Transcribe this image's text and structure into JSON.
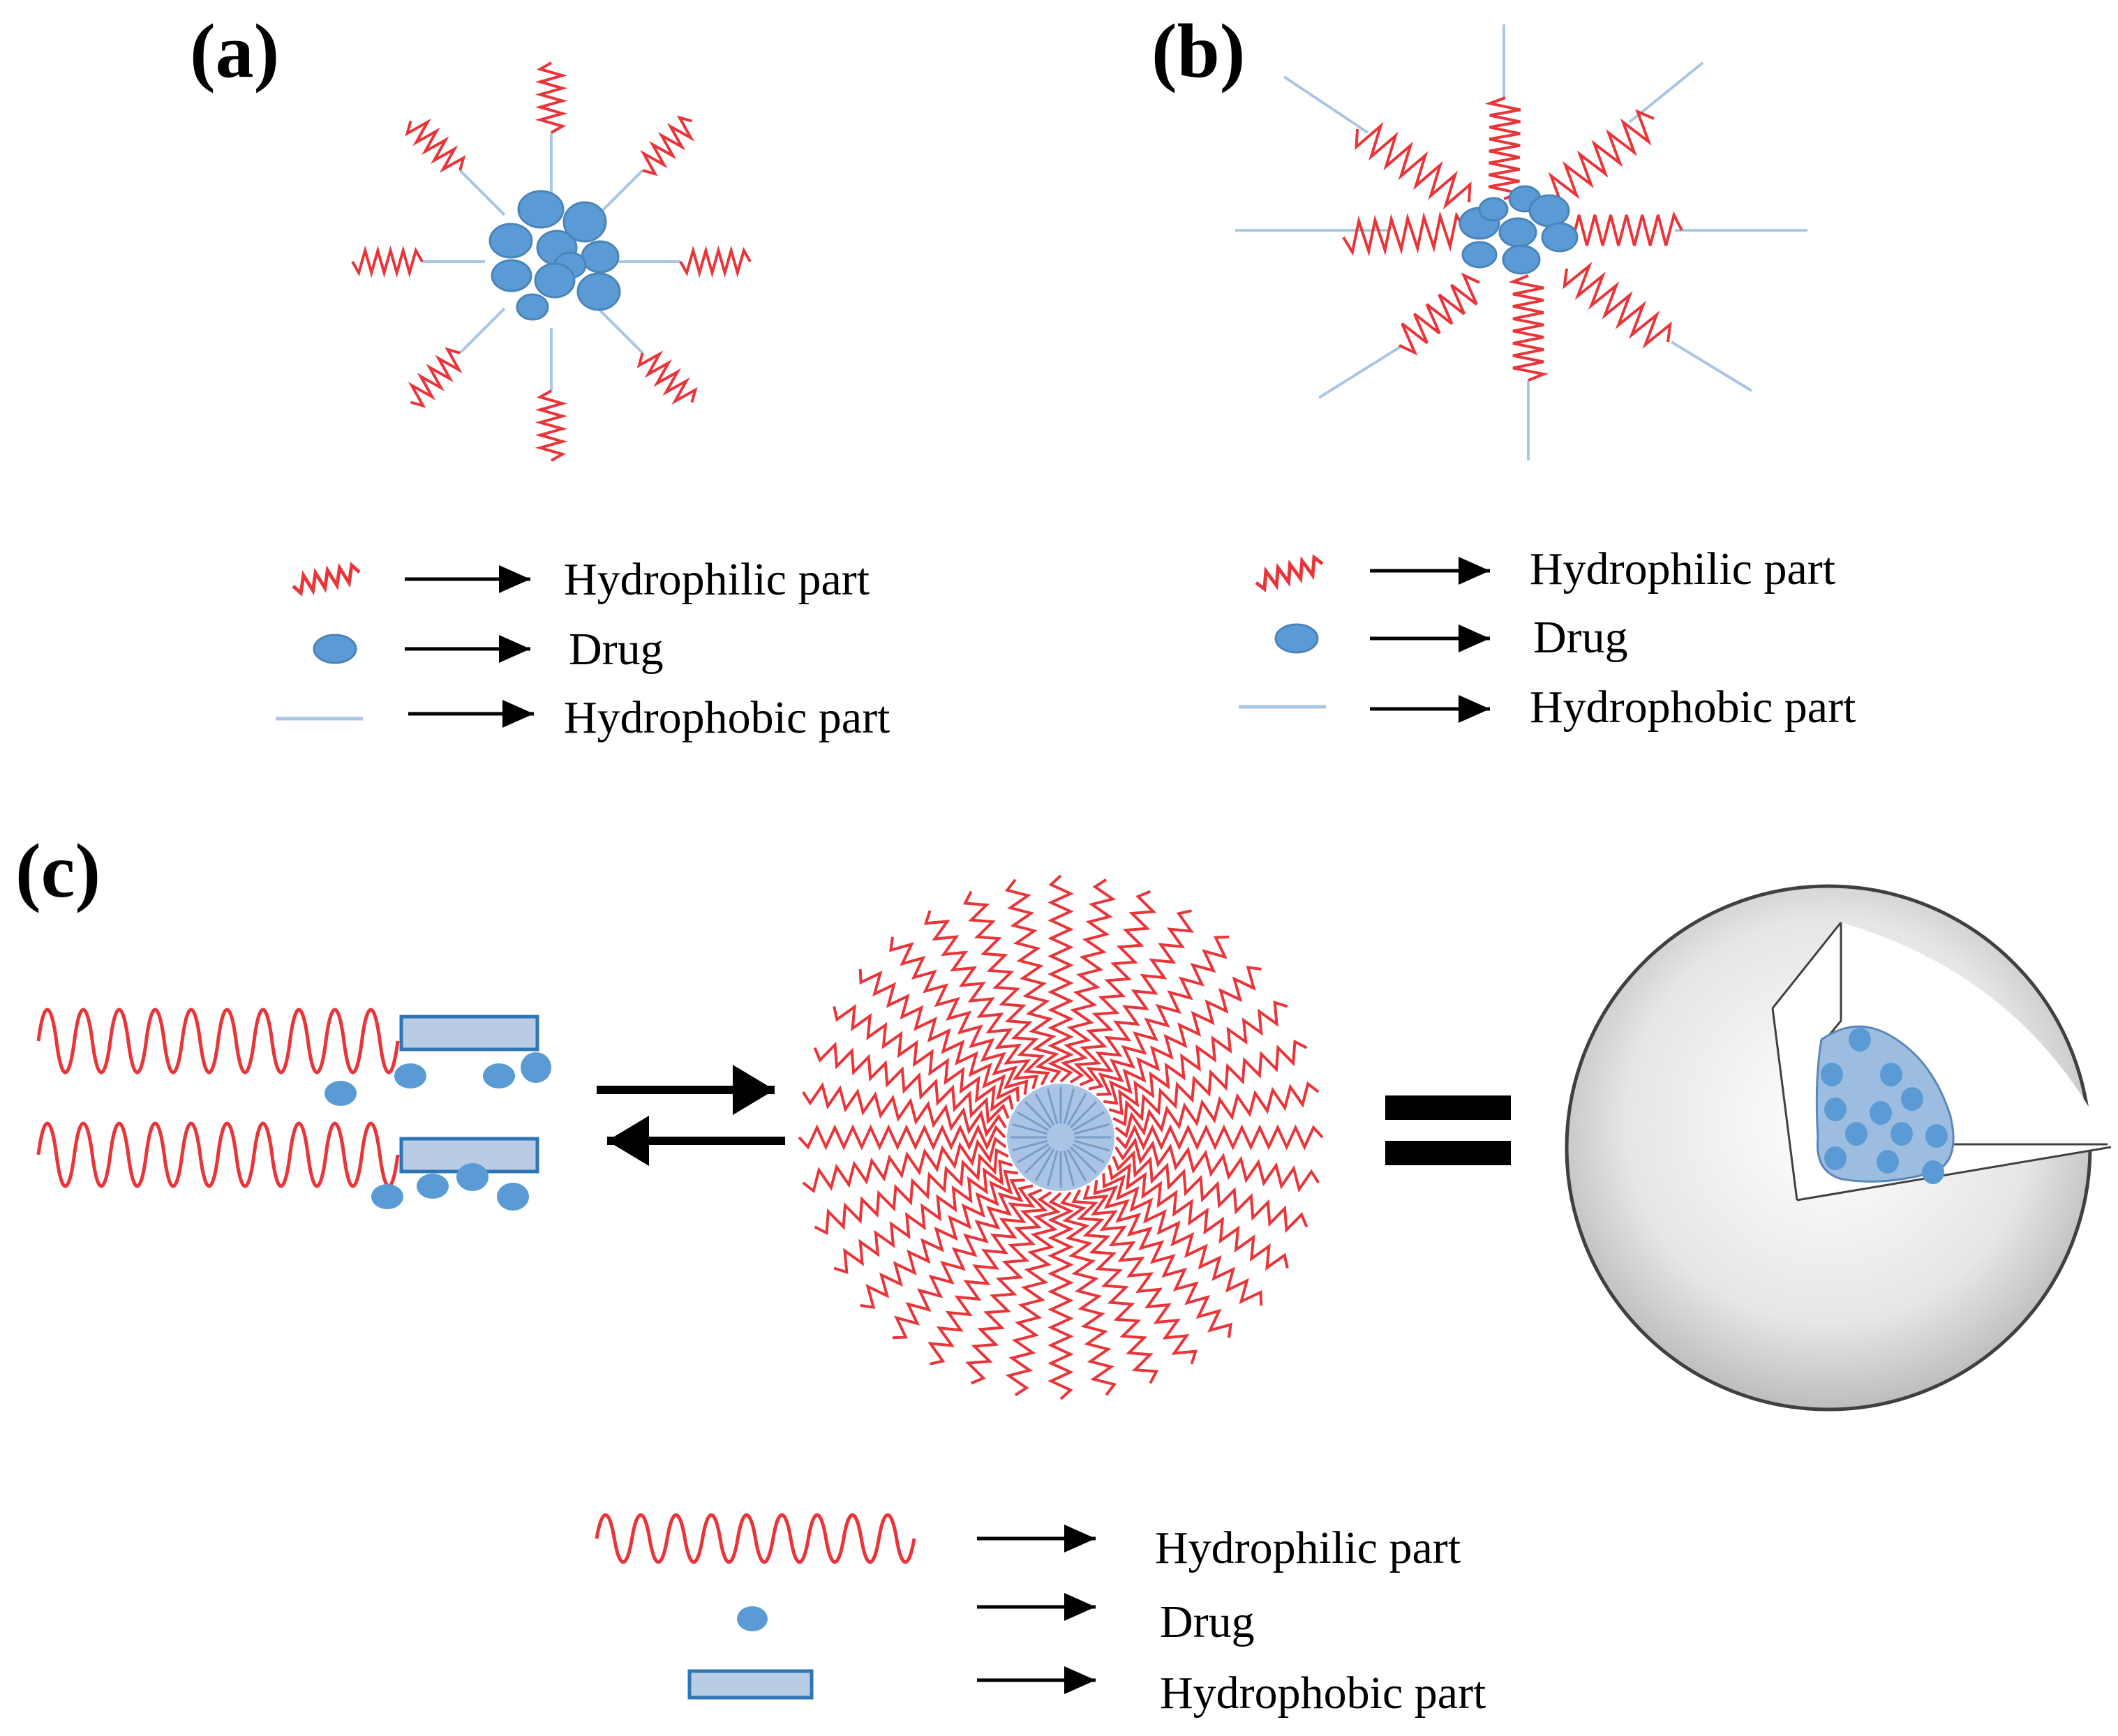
{
  "colors": {
    "hydrophilic": "#e8353a",
    "drug_fill": "#5b9bd5",
    "drug_stroke": "#4a84b8",
    "hydrophobic_line": "#a9c6e3",
    "hydrophobic_block_fill": "#b8cce4",
    "hydrophobic_block_stroke": "#2e75b6",
    "core_fill": "#a9c4e4",
    "sphere_gray": "#d9d9d9"
  },
  "panels": {
    "a": {
      "label": "(a)",
      "legend": [
        {
          "icon": "hydrophilic-zigzag-icon",
          "text": "Hydrophilic  part"
        },
        {
          "icon": "drug-ellipse-icon",
          "text": "Drug"
        },
        {
          "icon": "hydrophobic-line-icon",
          "text": "Hydrophobic part"
        }
      ]
    },
    "b": {
      "label": "(b)",
      "legend": [
        {
          "icon": "hydrophilic-zigzag-icon",
          "text": "Hydrophilic  part"
        },
        {
          "icon": "drug-ellipse-icon",
          "text": "Drug"
        },
        {
          "icon": "hydrophobic-line-icon",
          "text": "Hydrophobic part"
        }
      ]
    },
    "c": {
      "label": "(c)",
      "legend": [
        {
          "icon": "hydrophilic-wave-icon",
          "text": "Hydrophilic  part"
        },
        {
          "icon": "drug-dot-icon",
          "text": "Drug"
        },
        {
          "icon": "hydrophobic-block-icon",
          "text": "Hydrophobic part"
        }
      ]
    }
  }
}
